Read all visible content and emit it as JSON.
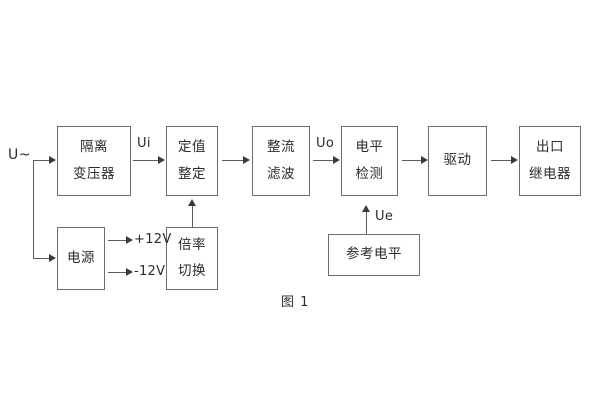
{
  "diagram": {
    "caption": "图 1",
    "input_label": "U~",
    "blocks": [
      {
        "id": "isolation-transformer",
        "lines": [
          "隔离",
          "变压器"
        ]
      },
      {
        "id": "setting-value",
        "lines": [
          "定值",
          "整定"
        ]
      },
      {
        "id": "rectifier-filter",
        "lines": [
          "整流",
          "滤波"
        ]
      },
      {
        "id": "level-detection",
        "lines": [
          "电平",
          "检测"
        ]
      },
      {
        "id": "driver",
        "lines": [
          "驱动"
        ]
      },
      {
        "id": "output-relay",
        "lines": [
          "出口",
          "继电器"
        ]
      },
      {
        "id": "power-supply",
        "lines": [
          "电源"
        ]
      },
      {
        "id": "multiplier-switch",
        "lines": [
          "倍率",
          "切换"
        ]
      },
      {
        "id": "reference-level",
        "lines": [
          "参考电平"
        ]
      }
    ],
    "signal_labels": {
      "ui": "Ui",
      "uo": "Uo",
      "ue": "Ue"
    },
    "power_rails": [
      {
        "id": "rail-positive",
        "label": "+12V"
      },
      {
        "id": "rail-negative",
        "label": "-12V"
      }
    ],
    "colors": {
      "box_border": "#6e6e6e",
      "line": "#5c5c5c",
      "text": "#2b2b2b",
      "background": "#ffffff"
    }
  }
}
